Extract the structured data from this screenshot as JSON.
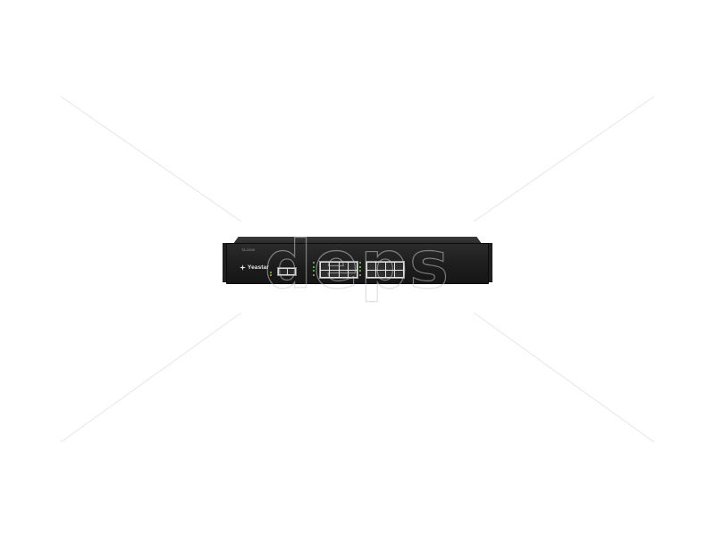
{
  "product_photo": {
    "device": {
      "model_label": "TA-2400",
      "brand": "Yeastar"
    },
    "watermark": {
      "text": "deps"
    },
    "colors": {
      "background": "#ffffff",
      "chassis": "#1f1f1f",
      "led_green": "#6cd64a",
      "led_orange": "#e0a03a",
      "watermark_lines": "#e6e6e6"
    }
  }
}
